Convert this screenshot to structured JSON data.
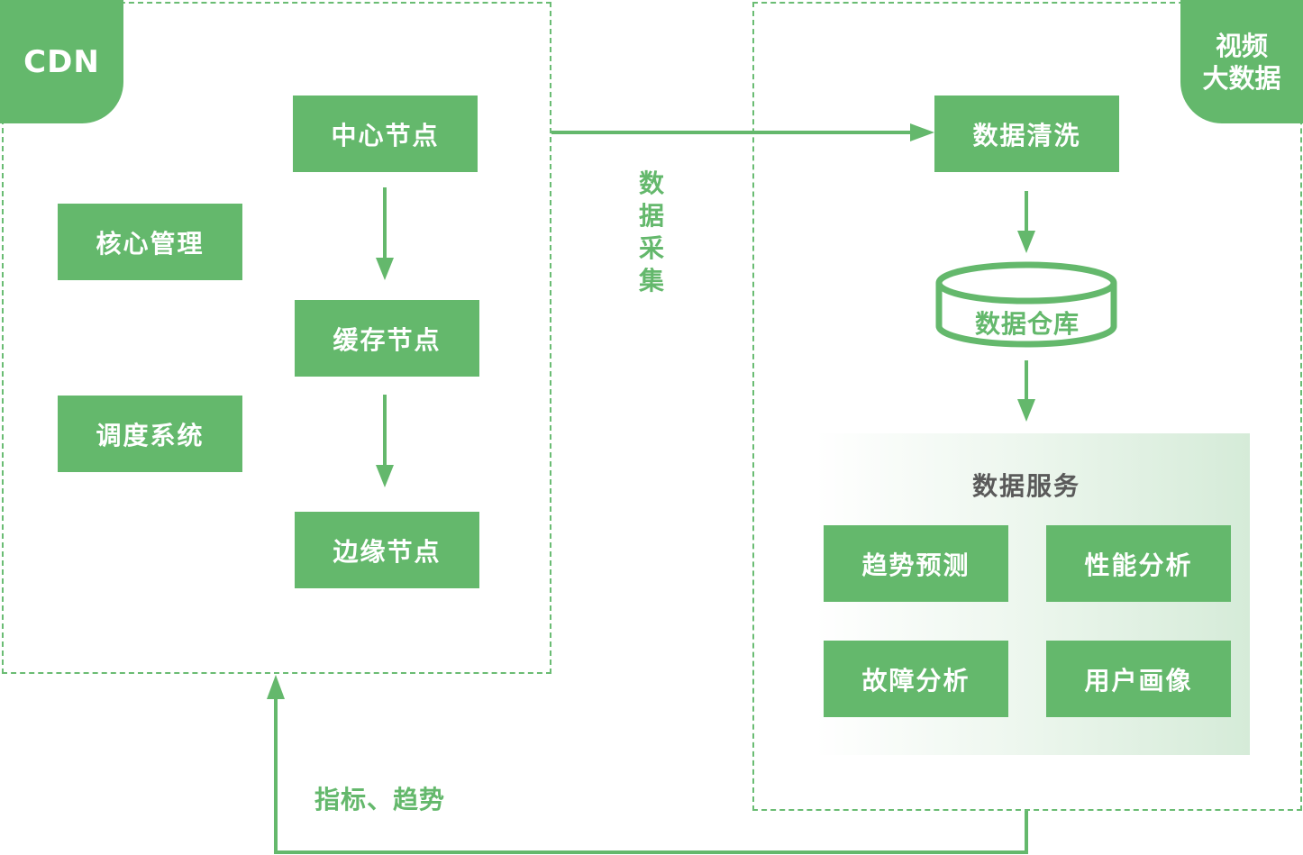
{
  "groups": {
    "cdn": {
      "label": "CDN"
    },
    "bigdata": {
      "label_line1": "视频",
      "label_line2": "大数据"
    }
  },
  "cdn_nodes": {
    "center": "中心节点",
    "cache": "缓存节点",
    "edge": "边缘节点",
    "core": "核心管理",
    "schedule": "调度系统"
  },
  "bigdata_nodes": {
    "clean": "数据清洗",
    "warehouse": "数据仓库"
  },
  "services": {
    "title": "数据服务",
    "items": [
      "趋势预测",
      "性能分析",
      "故障分析",
      "用户画像"
    ]
  },
  "edges": {
    "collect": [
      "数",
      "据",
      "采",
      "集"
    ],
    "feedback": "指标、趋势"
  },
  "colors": {
    "accent": "#64b86c",
    "border": "#6abc73",
    "panel_gradient_end": "#d5ebd8"
  }
}
